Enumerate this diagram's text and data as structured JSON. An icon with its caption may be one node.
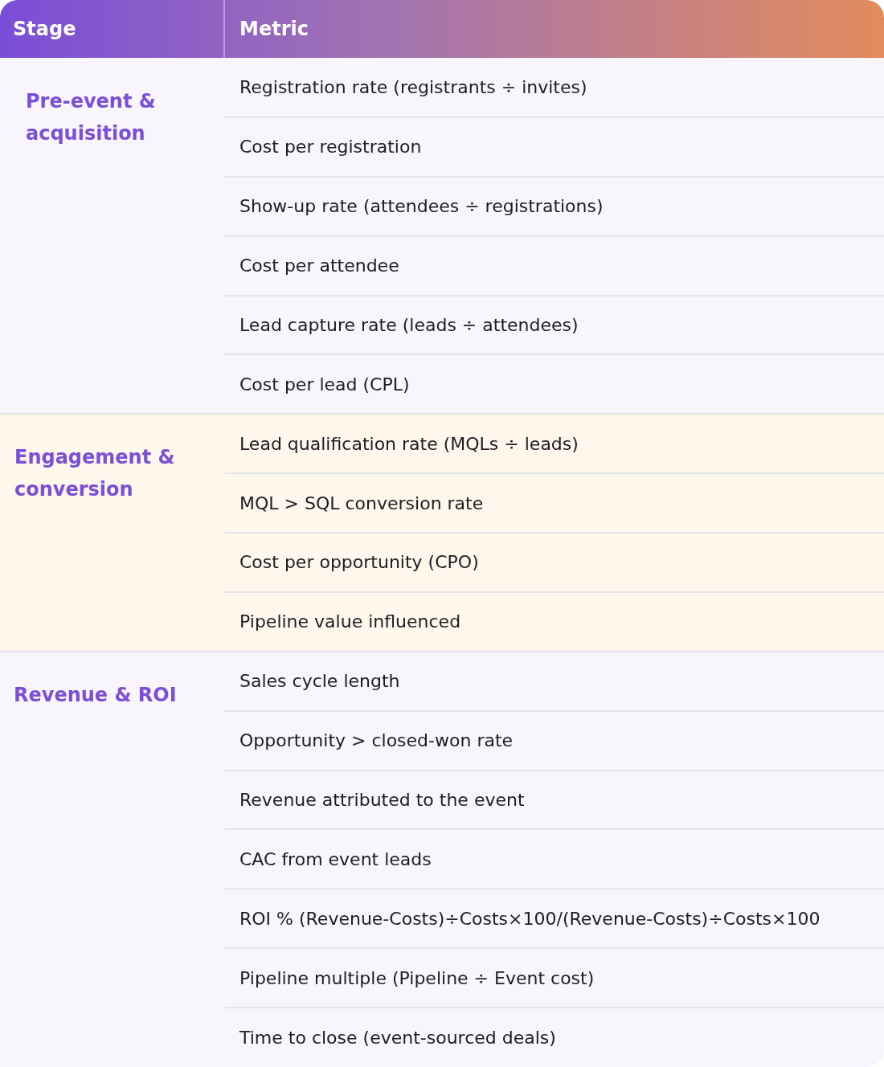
{
  "diagram": {
    "labels": [
      "Stage",
      "Metric",
      "Pre-event & acquisition",
      "Registration rate (registrants ÷ invites)",
      "Cost per registration",
      "Show-up rate (attendees ÷ registrations)",
      "Cost per attendee",
      "Lead capture rate (leads ÷ attendees)",
      "Cost per lead (CPL)",
      "Engagement & conversion",
      "Lead qualification rate (MQLs ÷ leads)",
      "MQL > SQL conversion rate",
      "Cost per opportunity (CPO)",
      "Pipeline value influenced",
      "Revenue & ROI",
      "Sales cycle length",
      "Opportunity > closed-won rate",
      "Revenue attributed to the event",
      "CAC from event leads",
      "ROI % (Revenue-Costs)÷Costs×100/(Revenue-Costs)÷Costs×100",
      "Pipeline multiple (Pipeline ÷ Event cost)",
      "Time to close (event-sourced deals)"
    ]
  }
}
